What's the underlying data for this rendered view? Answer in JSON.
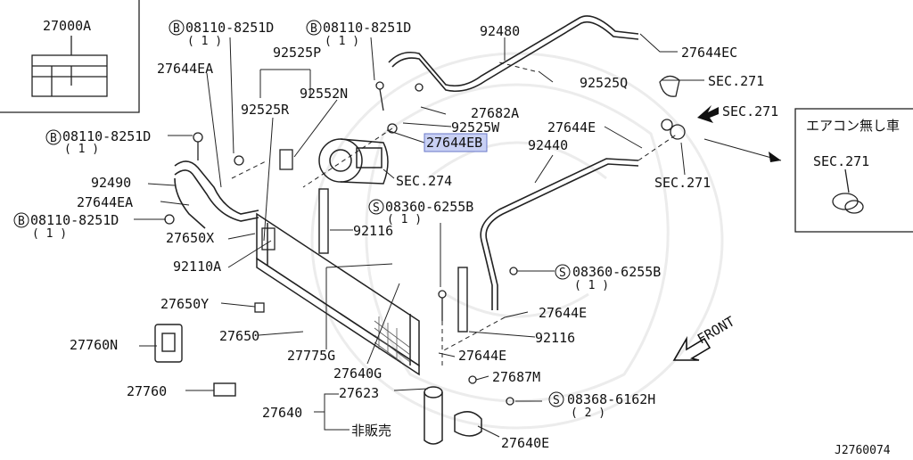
{
  "labels": {
    "p27000A": "27000A",
    "b_top1": "08110-8251D",
    "b_top1_qty": "( 1 )",
    "b_top2": "08110-8251D",
    "b_top2_qty": "( 1 )",
    "p92480": "92480",
    "p27644EC": "27644EC",
    "p92525P": "92525P",
    "p27644EA_top": "27644EA",
    "p92552N": "92552N",
    "p92525Q": "92525Q",
    "sec271_a": "SEC.271",
    "p92525R": "92525R",
    "p27682A": "27682A",
    "sec271_b": "SEC.271",
    "b_left1": "08110-8251D",
    "b_left1_qty": "( 1 )",
    "p92525W": "92525W",
    "p27644E_top": "27644E",
    "p27644EB": "27644EB",
    "p92440": "92440",
    "p92490": "92490",
    "sec274": "SEC.274",
    "p27644EA_left": "27644EA",
    "sec271_c": "SEC.271",
    "b_left2": "08110-8251D",
    "b_left2_qty": "( 1 )",
    "s_mid": "08360-6255B",
    "s_mid_qty": "( 1 )",
    "p27650X": "27650X",
    "p92116_top": "92116",
    "p92110A": "92110A",
    "s_right": "08360-6255B",
    "s_right_qty": "( 1 )",
    "p27650Y": "27650Y",
    "p27644E_mid": "27644E",
    "p27650": "27650",
    "p92116_bot": "92116",
    "p27760N": "27760N",
    "p27775G": "27775G",
    "p27644E_bot": "27644E",
    "p27640G": "27640G",
    "p27687M": "27687M",
    "p27760": "27760",
    "p27623": "27623",
    "s_low": "08368-6162H",
    "s_low_qty": "( 2 )",
    "p27640": "27640",
    "hanbai": "非販売",
    "p27640E": "27640E",
    "front": "FRONT",
    "box_title": "エアコン無し車",
    "box_sec271": "SEC.271",
    "diagram_id": "J2760074"
  },
  "circle_prefix": {
    "bolt": "B",
    "screw": "S"
  },
  "highlight_part": "27644EB",
  "colors": {
    "line": "#222222",
    "highlight_fill": "#c8d0f4",
    "watermark": "#ececec"
  }
}
